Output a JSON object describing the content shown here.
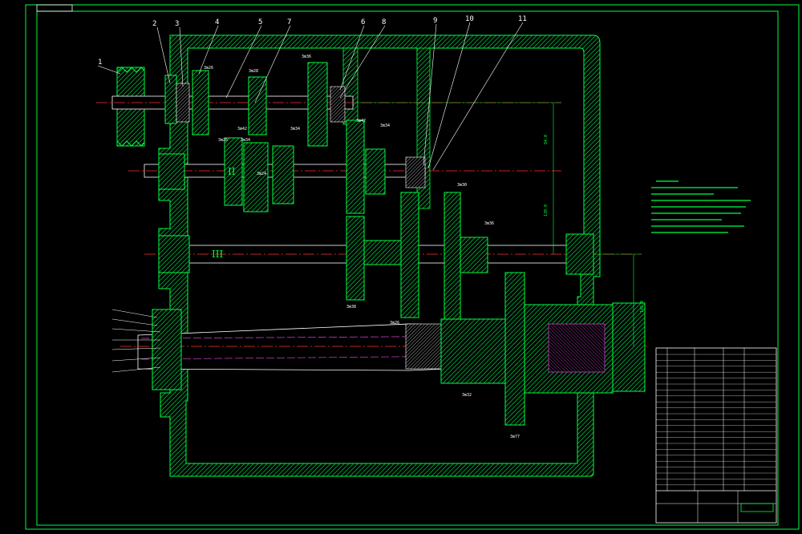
{
  "part_labels": [
    "1",
    "2",
    "3",
    "4",
    "5",
    "7",
    "6",
    "8",
    "9",
    "10",
    "11"
  ],
  "shaft_labels": [
    "II",
    "III"
  ],
  "gear_tags": [
    "3m28",
    "3m36",
    "3m42",
    "3m34",
    "3m26",
    "3m34",
    "3m42",
    "3m34",
    "3m30",
    "3m36",
    "3m38",
    "3m26",
    "3m32",
    "3m26",
    "3m24",
    "3m77"
  ],
  "dim_labels": [
    "84.0",
    "130.0",
    "148.0"
  ],
  "colors": {
    "frame": "#00ff40",
    "housing": "#00d040",
    "center": "#ff3030",
    "shaft": "#ffffff",
    "spindle": "#c040c0"
  }
}
